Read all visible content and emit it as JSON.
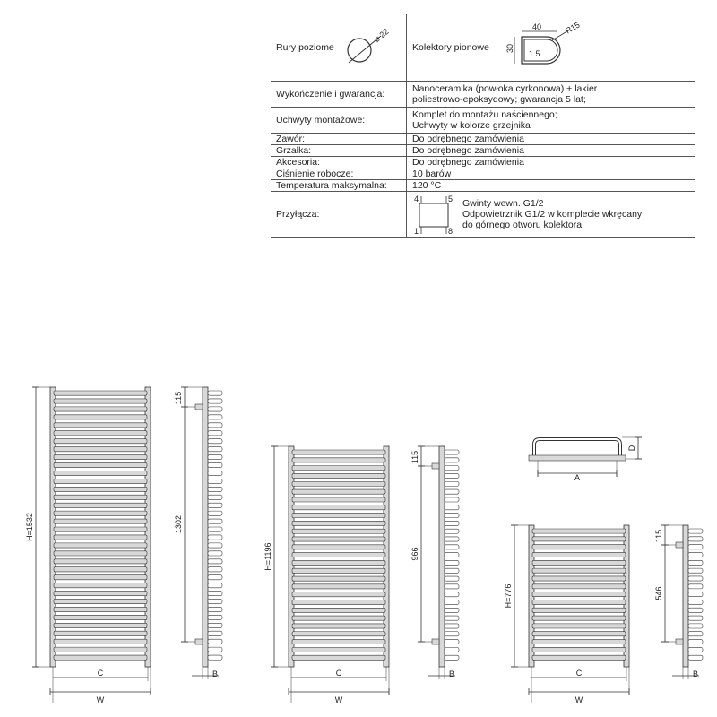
{
  "spec": {
    "horizontal_pipes": {
      "label": "Rury poziome",
      "diameter": "ø 22"
    },
    "vertical_collectors": {
      "label": "Kolektory pionowe",
      "width": "40",
      "radius": "R15",
      "height": "30",
      "wall": "1.5"
    },
    "rows": [
      {
        "label": "Wykończenie i gwarancja:",
        "lines": [
          "Nanoceramika (powłoka cyrkonowa) + lakier",
          "poliestrowo-epoksydowy; gwarancja 5 lat;"
        ]
      },
      {
        "label": "Uchwyty montażowe:",
        "lines": [
          "Komplet do montażu naściennego;",
          "Uchwyty w kolorze grzejnika"
        ]
      },
      {
        "label": "Zawór:",
        "lines": [
          "Do odrębnego zamówienia"
        ]
      },
      {
        "label": "Grzałka:",
        "lines": [
          "Do odrębnego zamówienia"
        ]
      },
      {
        "label": "Akcesoria:",
        "lines": [
          "Do odrębnego zamówienia"
        ]
      },
      {
        "label": "Ciśnienie robocze:",
        "lines": [
          "10 barów"
        ]
      },
      {
        "label": "Temperatura maksymalna:",
        "lines": [
          "120 °C"
        ]
      }
    ],
    "connections": {
      "label": "Przyłącza:",
      "corner_labels": [
        "4",
        "5",
        "1",
        "8"
      ],
      "lines": [
        "Gwinty wewn. G1/2",
        "Odpowietrznik G1/2  w komplecie wkręcany",
        "do górnego otworu kolektora"
      ]
    }
  },
  "drawings": {
    "radiators": [
      {
        "height_label": "H=1532",
        "spacing_label": "1302",
        "offset_label": "115",
        "width_label": "W",
        "collector_label": "C",
        "depth_label": "B"
      },
      {
        "height_label": "H=1196",
        "spacing_label": "966",
        "offset_label": "115",
        "width_label": "W",
        "collector_label": "C",
        "depth_label": "B"
      },
      {
        "height_label": "H=776",
        "spacing_label": "546",
        "offset_label": "115",
        "width_label": "W",
        "collector_label": "C",
        "depth_label": "B"
      }
    ],
    "top_view": {
      "width_label": "A",
      "depth_label": "D"
    }
  },
  "colors": {
    "line": "#333333",
    "fill": "#d8d8d8",
    "grid": "#555555"
  }
}
